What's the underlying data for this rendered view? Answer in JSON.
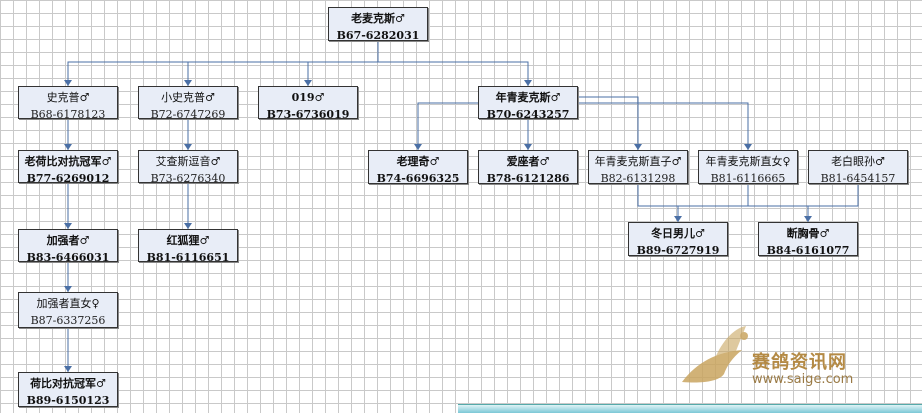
{
  "nodes": {
    "root": {
      "name": "老麦克斯♂",
      "code": "B67-6282031"
    },
    "shikepu": {
      "name": "史克普♂",
      "code": "B68-6178123"
    },
    "xiaoshikepu": {
      "name": "小史克普♂",
      "code": "B72-6747269"
    },
    "n019": {
      "name": "019♂",
      "code": "B73-6736019"
    },
    "young_max": {
      "name": "年青麦克斯♂",
      "code": "B70-6243257"
    },
    "old_helbi": {
      "name": "老荷比对抗冠军♂",
      "code": "B77-6269012"
    },
    "aichasi": {
      "name": "艾查斯逗音♂",
      "code": "B73-6276340"
    },
    "laoliqi": {
      "name": "老理奇♂",
      "code": "B74-6696325"
    },
    "aizuozhe": {
      "name": "爱座者♂",
      "code": "B78-6121286"
    },
    "ym_son": {
      "name": "年青麦克斯直子♂",
      "code": "B82-6131298"
    },
    "ym_daughter": {
      "name": "年青麦克斯直女♀",
      "code": "B81-6116665"
    },
    "old_white_eye": {
      "name": "老白眼孙♂",
      "code": "B81-6454157"
    },
    "jiaqiang": {
      "name": "加强者♂",
      "code": "B83-6466031"
    },
    "red_fox": {
      "name": "红狐狸♂",
      "code": "B81-6116651"
    },
    "winter_boy": {
      "name": "冬日男儿♂",
      "code": "B89-6727919"
    },
    "broken_bone": {
      "name": "断胸骨♂",
      "code": "B84-6161077"
    },
    "jq_daughter": {
      "name": "加强者直女♀",
      "code": "B87-6337256"
    },
    "helbi_champ": {
      "name": "荷比对抗冠军♂",
      "code": "B89-6150123"
    }
  },
  "watermark": {
    "title": "赛鸽资讯网",
    "url": "www.saige.com"
  },
  "colors": {
    "edge": "#4a6fa5",
    "node_fill": "#e8edf7",
    "grid": "#c9c9c9"
  }
}
